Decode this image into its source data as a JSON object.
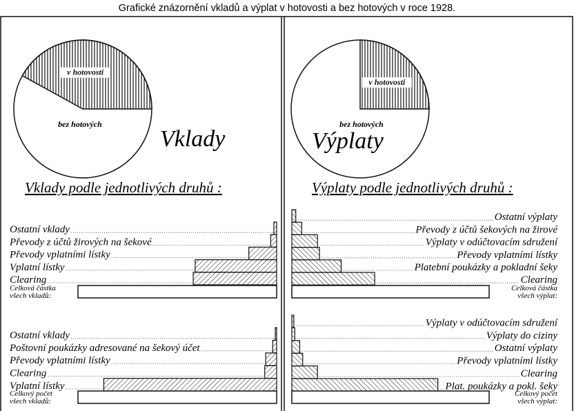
{
  "chart_data": {
    "title": "Grafické znázornění vkladů a výplat v hotovosti a bez hotových v roce 1928.",
    "pies": [
      {
        "type": "pie",
        "heading": "Vklady",
        "slices": [
          {
            "label": "v hotovosti",
            "value": 0.42,
            "hatched": true
          },
          {
            "label": "bez hotových",
            "value": 0.58,
            "hatched": false
          }
        ]
      },
      {
        "type": "pie",
        "heading": "Výplaty",
        "slices": [
          {
            "label": "v hotovosti",
            "value": 0.25,
            "hatched": true
          },
          {
            "label": "bez hotových",
            "value": 0.75,
            "hatched": false
          }
        ]
      }
    ],
    "subheadings": [
      "Vklady podle jednotlivých druhů :",
      "Výplaty podle jednotlivých druhů :"
    ],
    "bars": [
      {
        "type": "bar",
        "side": "left",
        "unit": "share of total amount",
        "categories": [
          "Ostatní vklady",
          "Převody z účtů žirových na šekové",
          "Převody vplatními lístky",
          "Vplatní lístky",
          "Clearing"
        ],
        "values": [
          0.014,
          0.03,
          0.14,
          0.41,
          0.42
        ],
        "total_label": [
          "Celková částka",
          "všech vkladů:"
        ]
      },
      {
        "type": "bar",
        "side": "right",
        "unit": "share of total amount",
        "categories": [
          "Ostatní výplaty",
          "Převody z účtů šekových na žirové",
          "Výplaty v odúčtovacím sdružení",
          "Převody vplatními lístky",
          "Platební poukázky a pokladní šeky",
          "Clearing"
        ],
        "values": [
          0.02,
          0.05,
          0.13,
          0.14,
          0.25,
          0.42
        ],
        "total_label": [
          "Celková částka",
          "všech výplat:"
        ]
      },
      {
        "type": "bar",
        "side": "left",
        "unit": "share of total count",
        "categories": [
          "Ostatní vklady",
          "Poštovní poukázky adresované na šekový účet",
          "Převody vplatními lístky",
          "Clearing",
          "Vplatní lístky"
        ],
        "values": [
          0.005,
          0.02,
          0.055,
          0.06,
          0.87
        ],
        "total_label": [
          "Celkový počet",
          "všech vkladů:"
        ]
      },
      {
        "type": "bar",
        "side": "right",
        "unit": "share of total count",
        "categories": [
          "Výplaty v odúčtovacím sdružení",
          "Výplaty do ciziny",
          "Ostatní výplaty",
          "Převody vplatními lístky",
          "Clearing",
          "Plat. poukázky a pokl. šeky"
        ],
        "values": [
          0.01,
          0.015,
          0.04,
          0.055,
          0.13,
          0.74
        ],
        "total_label": [
          "Celkový počet",
          "všech výplat:"
        ]
      }
    ]
  }
}
